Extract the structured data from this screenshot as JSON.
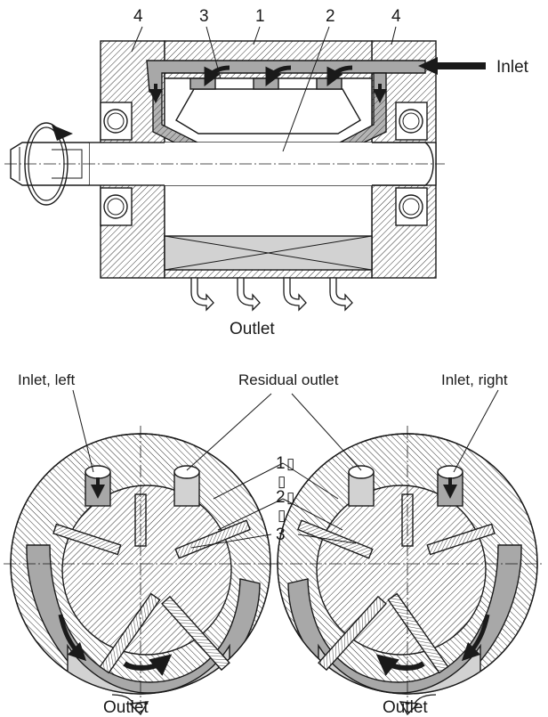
{
  "top_view": {
    "part_numbers": [
      "4",
      "3",
      "1",
      "2",
      "4"
    ],
    "inlet_label": "Inlet",
    "outlet_label": "Outlet"
  },
  "bottom_view": {
    "inlet_left_label": "Inlet, left",
    "residual_outlet_label": "Residual outlet",
    "inlet_right_label": "Inlet, right",
    "part_numbers": [
      "1",
      "2",
      "3"
    ],
    "missing_glyph": "▯",
    "outlet_left_label": "Outlet",
    "outlet_right_label": "Outlet"
  },
  "colors": {
    "line": "#1a1a1a",
    "hatch": "#1a1a1a",
    "channel_gray": "#a8a8a8",
    "light_gray": "#d2d2d2"
  }
}
